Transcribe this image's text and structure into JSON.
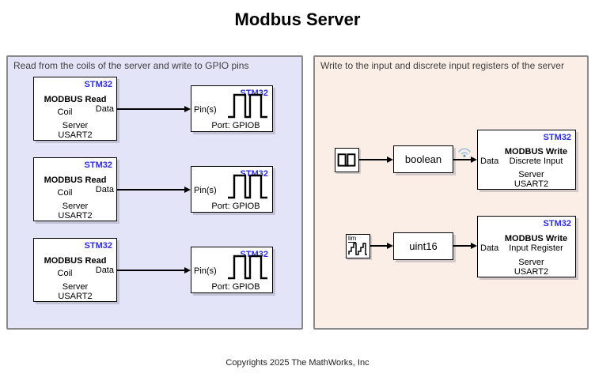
{
  "title": "Modbus Server",
  "footer": {
    "copyright": "Copyrights 2025 The MathWorks, Inc"
  },
  "colors": {
    "left_panel_bg": "#E4E4F9",
    "right_panel_bg": "#FBEEE6",
    "panel_border": "#8a8a8a",
    "stm32_blue": "#2E2EE0",
    "wire": "#000000"
  },
  "left_panel": {
    "label": "Read from the coils of the server and write to GPIO pins",
    "read_block": {
      "tag": "STM32",
      "title": "MODBUS Read",
      "subtitle": "Coil",
      "line3": "Server",
      "line4": "USART2",
      "out_port": "Data"
    },
    "gpio_block": {
      "tag": "STM32",
      "in_port": "Pin(s)",
      "caption": "Port: GPIOB"
    }
  },
  "right_panel": {
    "label": "Write to the input and discrete input registers of the server",
    "chain1": {
      "source_icon": "square-wave",
      "convert_label": "boolean",
      "write_block": {
        "tag": "STM32",
        "title": "MODBUS Write",
        "subtitle": "Discrete Input",
        "line3": "Server",
        "line4": "USART2",
        "in_port": "Data"
      }
    },
    "chain2": {
      "source_icon": "counter-limited",
      "source_label": "lim",
      "convert_label": "uint16",
      "write_block": {
        "tag": "STM32",
        "title": "MODBUS Write",
        "subtitle": "Input Register",
        "line3": "Server",
        "line4": "USART2",
        "in_port": "Data"
      }
    }
  }
}
